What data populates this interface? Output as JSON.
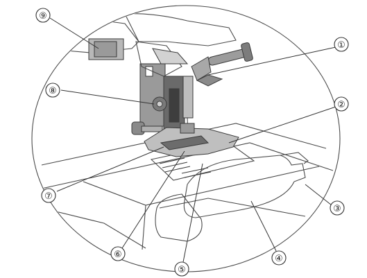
{
  "colors": {
    "background": "#ffffff",
    "line": "#4a4a4a",
    "part_dark": "#5c5c5c",
    "part_mid": "#8a8a8a",
    "part_light": "#bdbdbd",
    "bed_fill": "#ffffff"
  },
  "callouts": [
    {
      "id": "1",
      "label": "①"
    },
    {
      "id": "2",
      "label": "②"
    },
    {
      "id": "3",
      "label": "③"
    },
    {
      "id": "4",
      "label": "④"
    },
    {
      "id": "5",
      "label": "⑤"
    },
    {
      "id": "6",
      "label": "⑥"
    },
    {
      "id": "7",
      "label": "⑦"
    },
    {
      "id": "8",
      "label": "⑧"
    },
    {
      "id": "9",
      "label": "⑨"
    }
  ]
}
